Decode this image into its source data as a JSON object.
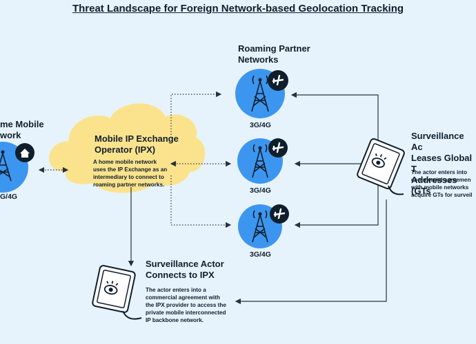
{
  "title": "Threat Landscape for Foreign Network-based Geolocation Tracking",
  "home": {
    "title": "me Mobile\nwork",
    "tech": "G/4G",
    "icon": "house-icon"
  },
  "ipx": {
    "title": "Mobile IP Exchange\nOperator (IPX)",
    "body": "A home mobile network\nuses the IP Exchange as an\nintermediary to connect to\nroaming partner networks."
  },
  "roaming": {
    "title": "Roaming Partner\nNetworks",
    "towers": [
      {
        "tech": "3G/4G"
      },
      {
        "tech": "3G/4G"
      },
      {
        "tech": "3G/4G"
      }
    ],
    "icon": "airplane-icon"
  },
  "actor_leases": {
    "title": "Surveillance Ac\nLeases Global T\nAddresses (GTs",
    "body": "The actor enters into\ncommercial agreemen\nwith mobile networks\nacquire GTs for surveil"
  },
  "actor_connects": {
    "title": "Surveillance Actor\nConnects to IPX",
    "body": "The actor enters into a\ncommercial agreement with\nthe IPX provider to access the\nprivate mobile interconnected\nIP backbone network."
  },
  "colors": {
    "background": "#e6f3fc",
    "cloud": "#fbe38d",
    "tower_circle": "#3c96ef",
    "badge": "#0f1e2c",
    "line": "#26313d"
  }
}
